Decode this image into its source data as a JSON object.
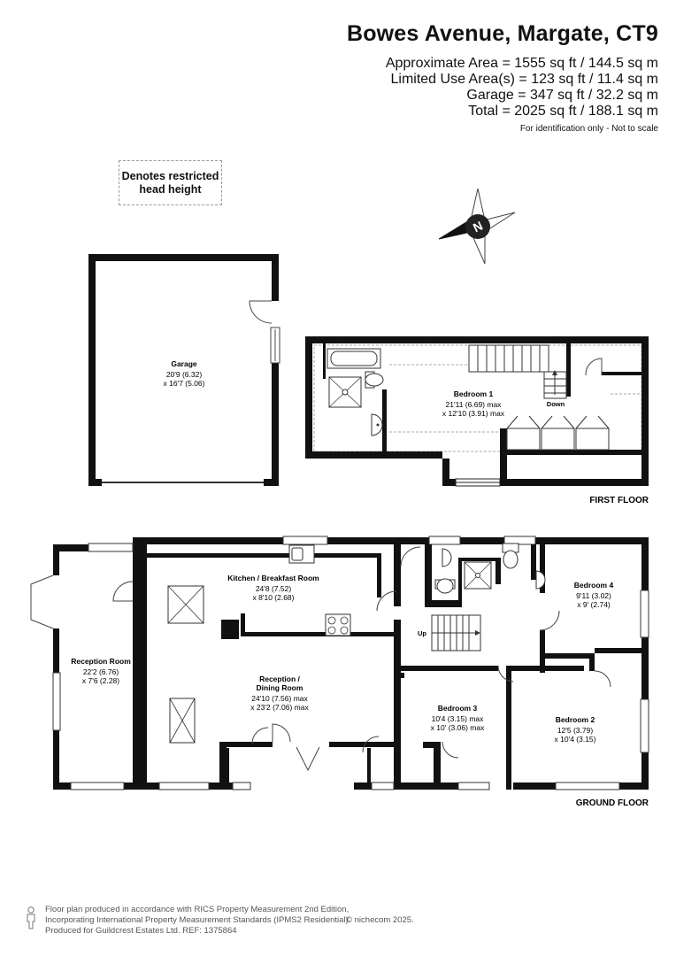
{
  "header": {
    "title": "Bowes Avenue, Margate, CT9",
    "areas": [
      "Approximate Area = 1555 sq ft / 144.5 sq m",
      "Limited Use Area(s) = 123 sq ft / 11.4 sq m",
      "Garage = 347 sq ft / 32.2 sq m",
      "Total = 2025 sq ft / 188.1 sq m"
    ],
    "identification": "For identification only - Not to scale"
  },
  "legend": {
    "restricted_line1": "Denotes restricted",
    "restricted_line2": "head height"
  },
  "compass": {
    "letter": "N"
  },
  "garage": {
    "name": "Garage",
    "dim1": "20'9 (6.32)",
    "dim2": "x 16'7 (5.06)"
  },
  "first_floor": {
    "label": "FIRST FLOOR",
    "bedroom1": {
      "name": "Bedroom 1",
      "dim1": "21'11 (6.69) max",
      "dim2": "x 12'10 (3.91) max"
    },
    "stairs_label": "Down"
  },
  "ground_floor": {
    "label": "GROUND FLOOR",
    "reception_room": {
      "name": "Reception Room",
      "dim1": "22'2 (6.76)",
      "dim2": "x 7'6 (2.28)"
    },
    "kitchen": {
      "name": "Kitchen / Breakfast Room",
      "dim1": "24'8 (7.52)",
      "dim2": "x 8'10 (2.68)"
    },
    "reception_dining": {
      "name1": "Reception /",
      "name2": "Dining Room",
      "dim1": "24'10 (7.56) max",
      "dim2": "x 23'2 (7.06) max"
    },
    "bedroom4": {
      "name": "Bedroom 4",
      "dim1": "9'11 (3.02)",
      "dim2": "x 9' (2.74)"
    },
    "bedroom3": {
      "name": "Bedroom 3",
      "dim1": "10'4 (3.15) max",
      "dim2": "x 10' (3.06) max"
    },
    "bedroom2": {
      "name": "Bedroom 2",
      "dim1": "12'5 (3.79)",
      "dim2": "x 10'4 (3.15)"
    },
    "stairs_label": "Up"
  },
  "footer": {
    "line1": "Floor plan produced in accordance with RICS Property Measurement 2nd Edition,",
    "line2": "Incorporating International Property Measurement Standards (IPMS2 Residential).",
    "line3": "Produced for Guildcrest Estates Ltd.   REF:  1375864",
    "copyright": "© nichecom 2025."
  }
}
